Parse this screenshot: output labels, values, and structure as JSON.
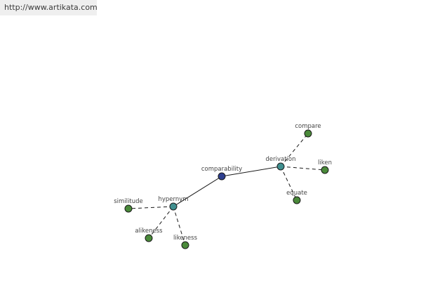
{
  "header": {
    "url": "http://www.artikata.com"
  },
  "graph": {
    "colors": {
      "center": "#2e3f8f",
      "hub": "#3f8f8f",
      "leaf": "#4a8a3a"
    },
    "nodes": [
      {
        "id": "comparability",
        "label": "comparability",
        "role": "center"
      },
      {
        "id": "derivation",
        "label": "derivation",
        "role": "hub"
      },
      {
        "id": "hypernym",
        "label": "hypernym",
        "role": "hub"
      },
      {
        "id": "compare",
        "label": "compare",
        "role": "leaf"
      },
      {
        "id": "liken",
        "label": "liken",
        "role": "leaf"
      },
      {
        "id": "equate",
        "label": "equate",
        "role": "leaf"
      },
      {
        "id": "similitude",
        "label": "similitude",
        "role": "leaf"
      },
      {
        "id": "alikeness",
        "label": "alikeness",
        "role": "leaf"
      },
      {
        "id": "likeness",
        "label": "likeness",
        "role": "leaf"
      }
    ],
    "edges": [
      {
        "from": "comparability",
        "to": "derivation",
        "style": "solid"
      },
      {
        "from": "comparability",
        "to": "hypernym",
        "style": "solid"
      },
      {
        "from": "derivation",
        "to": "compare",
        "style": "dashed"
      },
      {
        "from": "derivation",
        "to": "liken",
        "style": "dashed"
      },
      {
        "from": "derivation",
        "to": "equate",
        "style": "dashed"
      },
      {
        "from": "hypernym",
        "to": "similitude",
        "style": "dashed"
      },
      {
        "from": "hypernym",
        "to": "alikeness",
        "style": "dashed"
      },
      {
        "from": "hypernym",
        "to": "likeness",
        "style": "dashed"
      }
    ]
  }
}
